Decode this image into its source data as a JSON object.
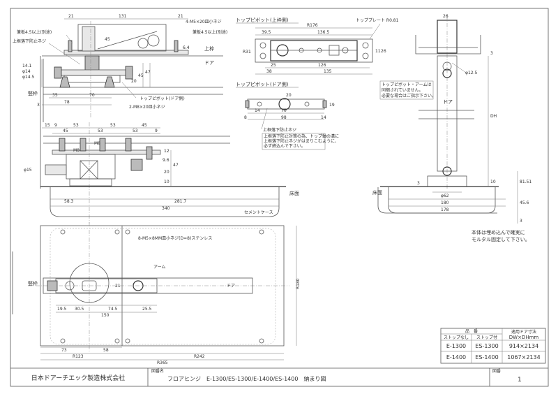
{
  "sheet": {
    "company": "日本ドアーチエック製造株式会社",
    "drawing_name_label": "図番名",
    "drawing_title": "フロアヒンジ　E-1300/ES-1300/E-1400/ES-1400　納まり図",
    "sheet_no_label": "図番",
    "sheet_no": "1"
  },
  "product_table": {
    "header_part": "品　番",
    "header_no_stop": "ストップなし",
    "header_stop": "ストップ付",
    "header_door": "適用ドア寸法",
    "header_door_unit": "DW×DHmm",
    "rows": [
      {
        "no_stop": "E-1300",
        "stop": "ES-1300",
        "door": "914×2134"
      },
      {
        "no_stop": "E-1400",
        "stop": "ES-1400",
        "door": "1067×2134"
      }
    ]
  },
  "top_view": {
    "dims": [
      "21",
      "131",
      "21",
      "45",
      "45",
      "47",
      "20",
      "35",
      "70",
      "78",
      "3",
      "14.1",
      "φ14",
      "φ14.5"
    ],
    "screw_top": "4-M5×20皿小ネジ",
    "plate_left": "兼板4.5以上(別途)",
    "plate_right": "兼板4.5以上(別途)",
    "fall_screw": "上框落下防止ネジ",
    "upper_frame": "上枠",
    "door": "ドア",
    "jamb": "竪枠",
    "pivot_door": "トップピボット(ドア側)",
    "screw_m8": "2-M8×20皿小ネジ",
    "dim_6_4": "6.4"
  },
  "mid_view": {
    "dims_top": [
      "15",
      "9",
      "53",
      "53",
      "45"
    ],
    "dims_row2": [
      "45",
      "53",
      "53",
      "9"
    ],
    "m8_a": "M8",
    "m8_b": "M8",
    "vdims": [
      "12",
      "9.6",
      "20",
      "10",
      "47"
    ],
    "phi15": "φ15",
    "floor": "床面",
    "d58": "58.3",
    "d281": "281.7",
    "d340": "340",
    "case": "セメントケース"
  },
  "plan_view": {
    "screws": "8-M5×8MM皿小ネジ(D=8)ステンレス",
    "arm": "アーム",
    "door": "ドア",
    "jamb": "竪枠",
    "d21": "21",
    "d19_5": "19.5",
    "d30_5": "30.5",
    "d74_5": "74.5",
    "d25_5": "25.5",
    "d150": "150",
    "d73": "73",
    "d58": "58",
    "r123": "R123",
    "r242": "R242",
    "r365": "R365",
    "r180": "R180"
  },
  "pivot_top": {
    "title": "トップピボット(上枠側)",
    "plate_label": "トッププレート R0.81",
    "r176": "R176",
    "d39_5": "39.5",
    "d136_5": "136.5",
    "r31": "R31",
    "d25": "25",
    "d126": "126",
    "d38": "38",
    "d135": "135",
    "d11": "11",
    "d26": "26"
  },
  "pivot_door": {
    "title": "トップピボット(ドア側)",
    "d20": "20",
    "d19": "19",
    "d14a": "14",
    "d70": "70",
    "d8": "8",
    "d98": "98",
    "d14b": "14",
    "fall_screw": "上框落下防止ネジ",
    "note": [
      "上框落下防止対策の為、トップ軸の溝に",
      "上框落下防止ネジがはまりこむように、",
      "必ず締込んで下さい。"
    ]
  },
  "side_view": {
    "d26": "26",
    "d3": "3",
    "phi12_5": "φ12.5",
    "door": "ドア",
    "dh": "DH",
    "d10": "10",
    "d81": "81.51",
    "floor": "床面",
    "d3b": "3",
    "phi62": "φ62",
    "d180": "180",
    "d178": "178",
    "d45": "45.6",
    "d3c": "3",
    "note_pivot": [
      "トップピボット・アームは",
      "同梱されていません。",
      "必要な場合はご指示下さい。"
    ],
    "note_install": [
      "本体は埋め込んで確実に",
      "モルタル固定して下さい。"
    ]
  }
}
